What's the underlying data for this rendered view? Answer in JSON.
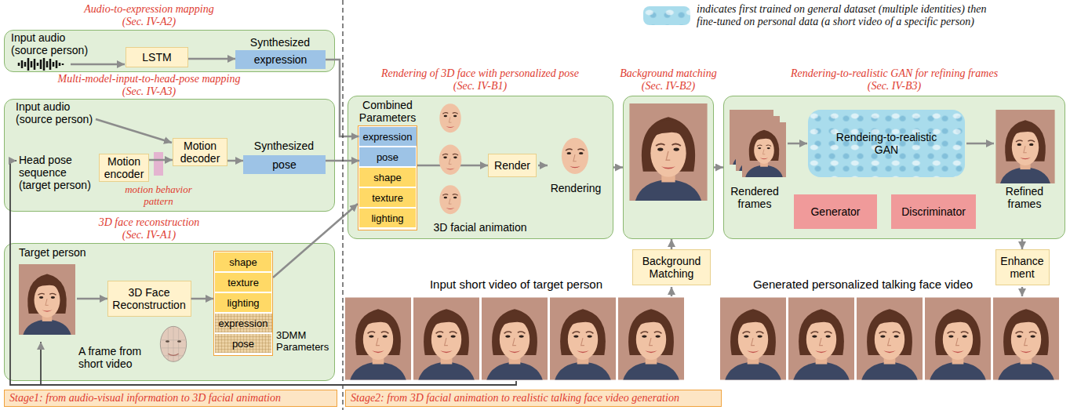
{
  "diagram": {
    "nodes": [
      {
        "text": [
          "Audio-to-expression mapping (Sec. IV-A2)",
          "Input audio (source person)"
        ]
      },
      {
        "text": [
          "LSTM"
        ],
        "in": 0
      },
      {
        "text": [
          "Synthesized",
          "expression"
        ],
        "in": 0
      },
      {
        "text": [
          "Multi-model-input-to-head-pose mapping (Sec. IV-A3)",
          "Input audio (source person)",
          "Head pose sequence (target person)"
        ]
      },
      {
        "text": [
          "Motion encoder"
        ],
        "in": 3
      },
      {
        "text": [
          "motion behavior pattern"
        ],
        "in": 3
      },
      {
        "text": [
          "Motion decoder"
        ],
        "in": 3
      },
      {
        "text": [
          "Synthesized",
          "pose"
        ],
        "in": 3
      },
      {
        "text": [
          "3D face reconstruction (Sec. IV-A1)",
          "Target person",
          "A frame from short video"
        ]
      },
      {
        "text": [
          "3D Face Reconstruction"
        ],
        "in": 8
      },
      {
        "text": [
          "3DMM Parameters"
        ],
        "in": 8
      },
      {
        "text": [
          "shape"
        ],
        "in": 10
      },
      {
        "text": [
          "texture"
        ],
        "in": 10
      },
      {
        "text": [
          "lighting"
        ],
        "in": 10
      },
      {
        "text": [
          "expression"
        ],
        "in": 10
      },
      {
        "text": [
          "pose"
        ],
        "in": 10
      },
      {
        "text": [
          "Rendering of 3D face with personalized pose (Sec. IV-B1)",
          "Rendering",
          "3D facial animation"
        ]
      },
      {
        "text": [
          "Combined Parameters"
        ],
        "in": 16
      },
      {
        "text": [
          "expression"
        ],
        "in": 17
      },
      {
        "text": [
          "pose"
        ],
        "in": 17
      },
      {
        "text": [
          "shape"
        ],
        "in": 17
      },
      {
        "text": [
          "texture"
        ],
        "in": 17
      },
      {
        "text": [
          "lighting"
        ],
        "in": 17
      },
      {
        "text": [
          "Render"
        ],
        "in": 16
      },
      {
        "text": [
          "Background matching (Sec. IV-B2)"
        ]
      },
      {
        "text": [
          "Background Matching"
        ]
      },
      {
        "text": [
          "Rendering-to-realistic GAN for refining frames (Sec. IV-B3)",
          "Rendered frames",
          "Refined frames"
        ]
      },
      {
        "text": [
          "Rendeing-to-realistic GAN"
        ],
        "in": 26
      },
      {
        "text": [
          "Generator"
        ],
        "in": 26
      },
      {
        "text": [
          "Discriminator"
        ],
        "in": 26
      },
      {
        "text": [
          "Enhance ment"
        ]
      },
      {
        "text": [
          "Stage1: from audio-visual information to 3D facial animation"
        ]
      },
      {
        "text": [
          "Stage2: from 3D facial animation to realistic talking face video generation"
        ]
      }
    ],
    "edges": [
      {
        "from": 1,
        "to": 2,
        "arrow": "to"
      },
      {
        "from": 4,
        "to": 6,
        "arrow": "to"
      },
      {
        "from": 6,
        "to": 7,
        "arrow": "to"
      },
      {
        "from": 2,
        "to": 18,
        "arrow": "to"
      },
      {
        "from": 7,
        "to": 19,
        "arrow": "to"
      },
      {
        "from": 9,
        "to": 10,
        "arrow": "to"
      },
      {
        "from": 10,
        "to": 17,
        "arrow": "to"
      },
      {
        "from": 17,
        "to": 23,
        "arrow": "to"
      },
      {
        "from": 16,
        "to": 24,
        "arrow": "to"
      },
      {
        "from": 25,
        "to": 24,
        "arrow": "to"
      },
      {
        "from": 24,
        "to": 26,
        "arrow": "to"
      },
      {
        "from": 26,
        "to": 30,
        "arrow": "to"
      }
    ],
    "labels": [
      "Input short video of target person",
      "Generated personalized talking face video"
    ],
    "legend": [
      {
        "text": "indicates first trained on general dataset (multiple identities) then fine-tuned on personal data (a short video of a specific person)",
        "color": "#a9dcec"
      }
    ]
  }
}
